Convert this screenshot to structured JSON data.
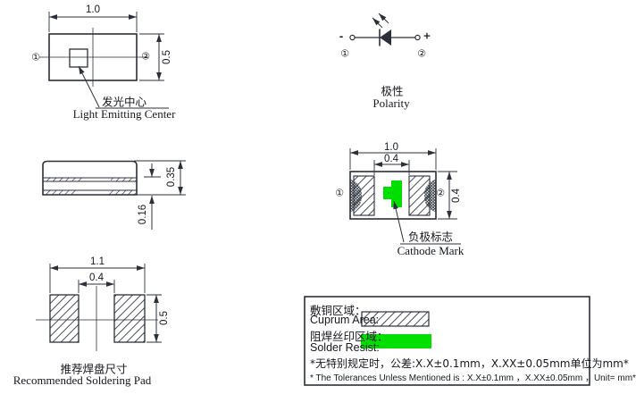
{
  "colors": {
    "line": "#2a2f3a",
    "solder_resist_green": "#00df00",
    "background": "#ffffff"
  },
  "figures": {
    "top_view": {
      "dim_width": "1.0",
      "dim_height": "0.5",
      "pin1": "①",
      "pin2": "②",
      "caption_cn": "发光中心",
      "caption_en": "Light Emitting Center"
    },
    "polarity": {
      "minus": "-",
      "plus": "+",
      "pin1": "①",
      "pin2": "②",
      "caption_cn": "极性",
      "caption_en": "Polarity"
    },
    "side_view": {
      "dim_thickness": "0.35",
      "dim_terminal": "0.16"
    },
    "bottom_view": {
      "dim_width": "1.0",
      "dim_gap": "0.4",
      "dim_height": "0.4",
      "pin1": "①",
      "pin2": "②",
      "caption_cn": "负极标志",
      "caption_en": "Cathode Mark"
    },
    "pad_view": {
      "dim_width": "1.1",
      "dim_gap": "0.4",
      "dim_height": "0.5",
      "caption_cn": "推荐焊盘尺寸",
      "caption_en": "Recommended Soldering Pad"
    }
  },
  "legend": {
    "cuprum_cn": "敷铜区域：",
    "cuprum_en": "Cuprum Area:",
    "resist_cn": "阻焊丝印区域：",
    "resist_en": "Solder Resist:",
    "tolerance_cn": "*无特别规定时，公差:X.X±0.1mm，X.XX±0.05mm单位为mm*",
    "tolerance_en": "* The Tolerances Unless Mentioned is : X.X±0.1mm ，X.XX±0.05mm ，Unit= mm*"
  }
}
